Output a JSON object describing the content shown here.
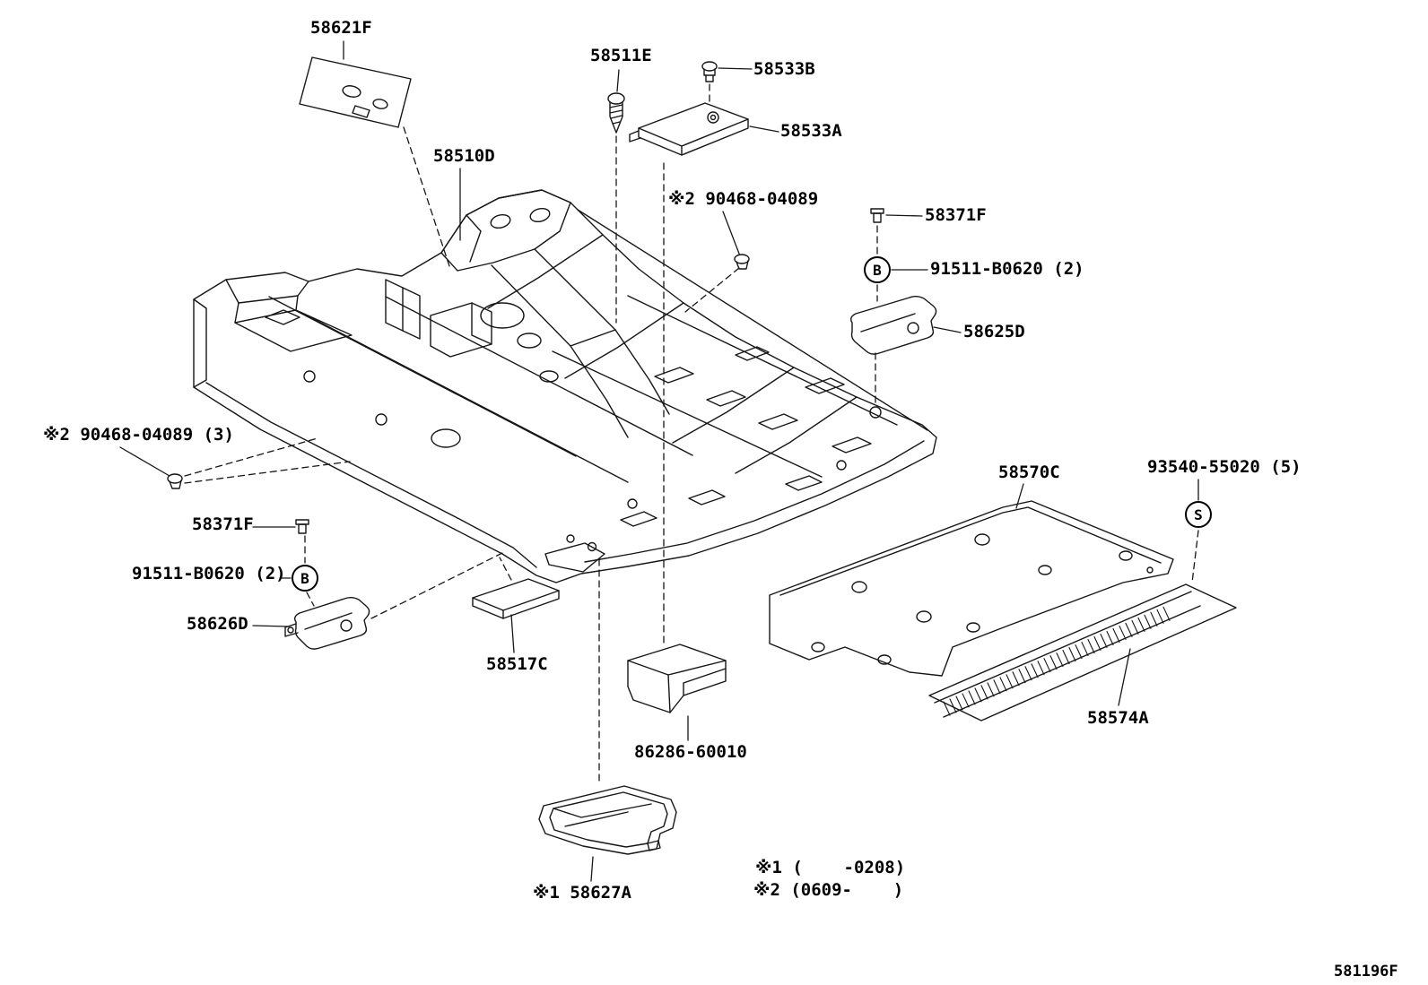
{
  "diagram": {
    "code": "581196F",
    "labels": {
      "l58621F": "58621F",
      "l58511E": "58511E",
      "l58533B": "58533B",
      "l58533A": "58533A",
      "l58510D": "58510D",
      "clip_top": "※2 90468-04089",
      "l58371F_r": "58371F",
      "bolt_r": "91511-B0620 (2)",
      "l58625D": "58625D",
      "clip_left": "※2 90468-04089 (3)",
      "l58570C": "58570C",
      "screws": "93540-55020 (5)",
      "l58371F_l": "58371F",
      "bolt_l": "91511-B0620 (2)",
      "l58626D": "58626D",
      "l58517C": "58517C",
      "l58574A": "58574A",
      "l86286": "86286-60010",
      "l58627A": "※1 58627A"
    },
    "callouts": {
      "b1": "B",
      "b2": "B",
      "s1": "S"
    },
    "notes": {
      "n1": "※1 (    -0208)",
      "n2": "※2 (0609-    )"
    }
  }
}
